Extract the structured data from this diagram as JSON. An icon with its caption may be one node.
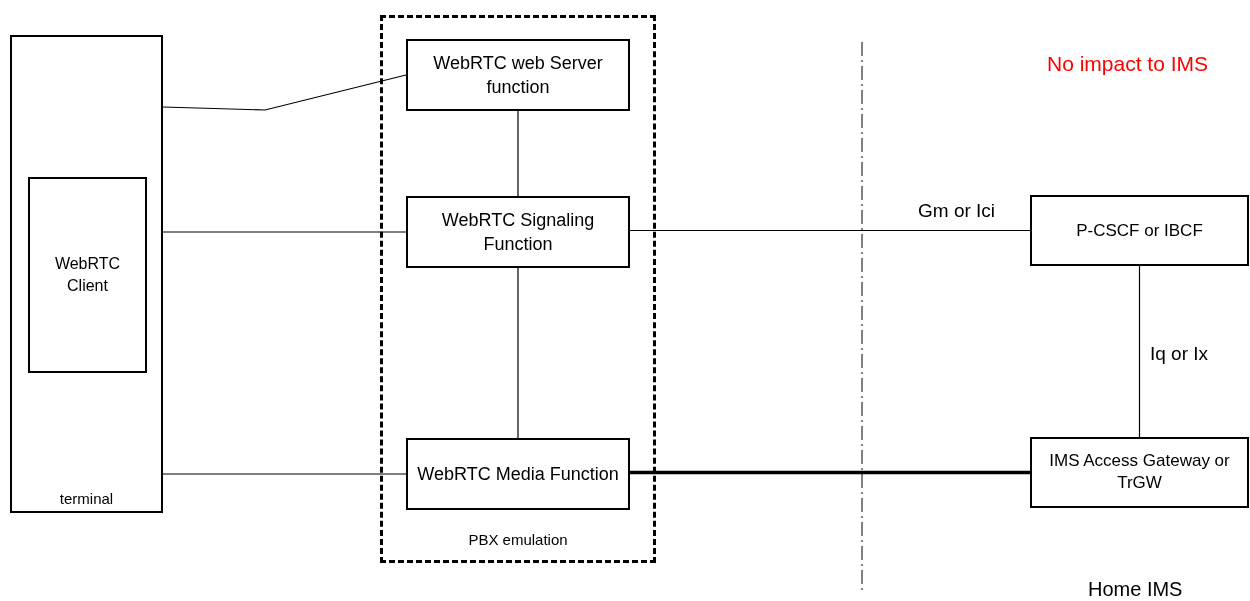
{
  "diagram": {
    "nodes": [
      {
        "text": [
          "terminal"
        ]
      },
      {
        "text": [
          "WebRTC Client"
        ],
        "in": 0
      },
      {
        "text": [
          "PBX emulation"
        ]
      },
      {
        "text": [
          "WebRTC web Server function"
        ],
        "in": 2
      },
      {
        "text": [
          "WebRTC Signaling Function"
        ],
        "in": 2
      },
      {
        "text": [
          "WebRTC Media Function"
        ],
        "in": 2
      },
      {
        "text": [
          "P-CSCF or IBCF"
        ]
      },
      {
        "text": [
          "IMS Access Gateway or TrGW"
        ]
      }
    ],
    "edges": [
      {
        "from": 0,
        "to": 3,
        "arrow": "none"
      },
      {
        "from": 0,
        "to": 4,
        "arrow": "none"
      },
      {
        "from": 0,
        "to": 5,
        "arrow": "none"
      },
      {
        "from": 3,
        "to": 4,
        "arrow": "none"
      },
      {
        "from": 4,
        "to": 5,
        "arrow": "none"
      },
      {
        "from": 4,
        "to": 6,
        "arrow": "none",
        "label": "Gm or Ici"
      },
      {
        "from": 6,
        "to": 7,
        "arrow": "none",
        "label": "Iq or Ix"
      },
      {
        "from": 5,
        "to": 7,
        "arrow": "none",
        "style": "thick"
      }
    ],
    "labels": [
      "No impact to IMS",
      "Home IMS"
    ]
  }
}
